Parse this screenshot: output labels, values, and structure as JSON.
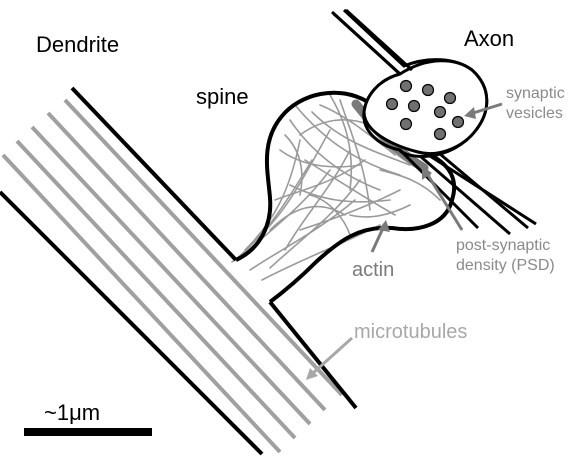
{
  "labels": {
    "dendrite": "Dendrite",
    "axon": "Axon",
    "spine": "spine",
    "synaptic_vesicles_line1": "synaptic",
    "synaptic_vesicles_line2": "vesicles",
    "psd_line1": "post-synaptic",
    "psd_line2": "density (PSD)",
    "actin": "actin",
    "microtubules": "microtubules",
    "scale_bar": "~1μm"
  },
  "colors": {
    "outline": "#000000",
    "label_dark": "#000000",
    "label_gray": "#8a8a8a",
    "label_light": "#a8a8a8",
    "microtubule": "#a0a0a0",
    "actin": "#9a9a9a",
    "psd": "#7a7a7a",
    "vesicle": "#707070"
  },
  "counts": {
    "microtubules": 5,
    "synaptic_vesicles": 9
  }
}
